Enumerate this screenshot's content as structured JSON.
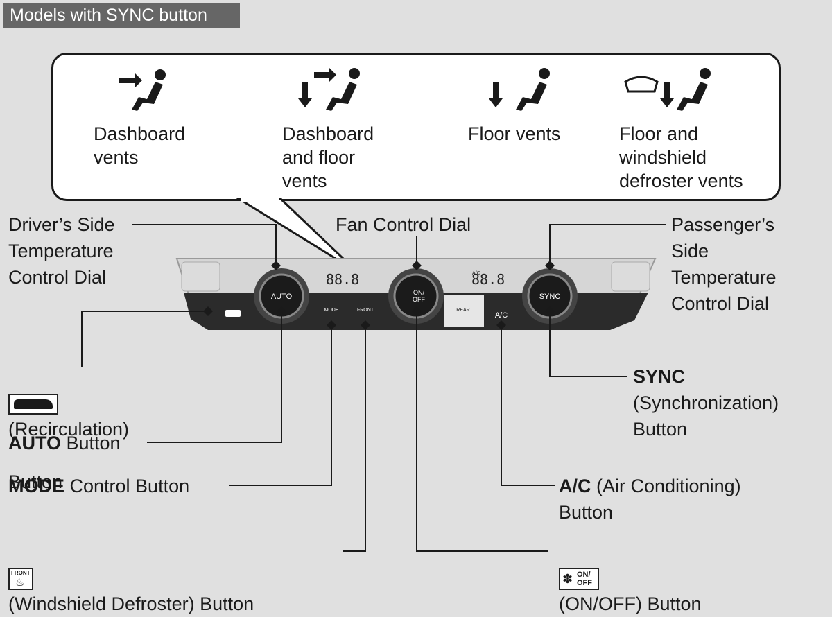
{
  "header": {
    "tag": "Models with SYNC button"
  },
  "vents": [
    {
      "icon": "dashboard-vent-icon",
      "label": "Dashboard\nvents"
    },
    {
      "icon": "dashboard-floor-vent-icon",
      "label": "Dashboard\nand floor\nvents"
    },
    {
      "icon": "floor-vent-icon",
      "label": "Floor vents"
    },
    {
      "icon": "floor-windshield-vent-icon",
      "label": "Floor and\nwindshield\ndefroster vents"
    }
  ],
  "labels": {
    "driver_dial": "Driver’s Side\nTemperature\nControl Dial",
    "fan_dial": "Fan Control Dial",
    "passenger_dial": "Passenger’s\nSide\nTemperature\nControl Dial",
    "recirc": {
      "text": "(Recirculation)",
      "text2": "Button"
    },
    "auto": {
      "bold": "AUTO",
      "text": " Button"
    },
    "mode": {
      "bold": "MODE",
      "text": " Control Button"
    },
    "defrost": {
      "text": "(Windshield Defroster) Button",
      "icon_text": "FRONT"
    },
    "sync": {
      "bold": "SYNC",
      "text": "(Synchronization)\nButton"
    },
    "ac": {
      "bold": "A/C",
      "text": " (Air Conditioning)",
      "text2": "Button"
    },
    "onoff": {
      "text": "(ON/OFF) Button",
      "icon_text": "ON/\nOFF"
    }
  },
  "panel": {
    "auto_knob": "AUTO",
    "sync_knob": "SYNC",
    "fan_knob": "ON/\nOFF",
    "ac_button": "A/C",
    "mode_button": "MODE",
    "front_button": "FRONT",
    "rear_button": "REAR",
    "display_left": "88.8",
    "display_right": "88.8",
    "ac_on_label": "A/C\nON"
  }
}
